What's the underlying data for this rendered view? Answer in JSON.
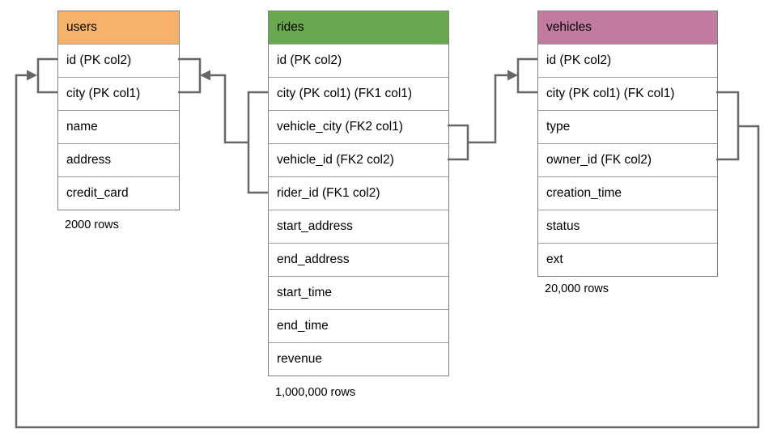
{
  "colors": {
    "users_header": "#f6b26b",
    "rides_header": "#6aa84f",
    "vehicles_header": "#c27ba0",
    "table_border": "#7f7f7f",
    "row_divider": "#9b9b9b",
    "connector": "#666666",
    "background": "#ffffff",
    "text": "#000000"
  },
  "tables": {
    "users": {
      "title": "users",
      "fields": [
        "id (PK col2)",
        "city (PK col1)",
        "name",
        "address",
        "credit_card"
      ],
      "rows_label": "2000 rows"
    },
    "rides": {
      "title": "rides",
      "fields": [
        "id (PK col2)",
        "city (PK col1) (FK1 col1)",
        "vehicle_city (FK2 col1)",
        "vehicle_id (FK2 col2)",
        "rider_id (FK1 col2)",
        "start_address",
        "end_address",
        "start_time",
        "end_time",
        "revenue"
      ],
      "rows_label": "1,000,000 rows"
    },
    "vehicles": {
      "title": "vehicles",
      "fields": [
        "id (PK col2)",
        "city (PK col1) (FK col1)",
        "type",
        "owner_id (FK col2)",
        "creation_time",
        "status",
        "ext"
      ],
      "rows_label": "20,000 rows"
    }
  },
  "relationships": [
    {
      "name": "FK1",
      "from": "rides (city, rider_id)",
      "to": "users (city, id)"
    },
    {
      "name": "FK2",
      "from": "rides (vehicle_city, vehicle_id)",
      "to": "vehicles (city, id)"
    },
    {
      "name": "FK",
      "from": "vehicles (city, owner_id)",
      "to": "users (city, id)"
    }
  ]
}
